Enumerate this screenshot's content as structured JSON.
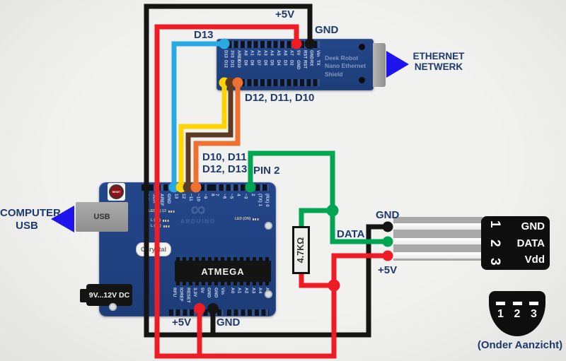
{
  "colors": {
    "red": "#ee1c25",
    "black": "#151515",
    "cyan": "#29aae2",
    "yellow": "#ffd403",
    "brown": "#5d3b23",
    "orange": "#ef7031",
    "green": "#00a551",
    "arrow_blue": "#1f14ee",
    "navy": "#1e3a6d"
  },
  "labels": {
    "top_5v": "+5V",
    "top_gnd": "GND",
    "d13": "D13",
    "bus_shield": "D12, D11, D10",
    "bus_arduino_line1": "D10, D11",
    "bus_arduino_line2": "D12, D13",
    "pin2": "PIN 2",
    "right_gnd": "GND",
    "right_data": "DATA",
    "right_5v": "+5V",
    "bottom_5v": "+5V",
    "bottom_gnd": "GND",
    "resistor_value": "4.7KΩ",
    "onder": "(Onder Aanzicht)",
    "computer_line1": "COMPUTER",
    "computer_line2": "USB",
    "ethernet_line1": "ETHERNET",
    "ethernet_line2": "NETWERK"
  },
  "shield": {
    "name_line1": "Deek Robot",
    "name_line2": "Nano Ethernet",
    "name_line3": "Shield",
    "top_pins": [
      "D13",
      "3V3",
      "AREF",
      "A0",
      "A1",
      "A2",
      "A3",
      "A4",
      "A5",
      "A6",
      "A7",
      "5V",
      "RST",
      "GND",
      "Vin"
    ],
    "bottom_pins": [
      "D12",
      "D11",
      "D10",
      "D9",
      "D8",
      "D7",
      "D6",
      "D5",
      "D4",
      "D3",
      "D2",
      "GND",
      "RST",
      "RX",
      "TX"
    ]
  },
  "arduino": {
    "brand": "ARDUINO",
    "logo_symbol": "∞",
    "chip": "ATMEGA",
    "crystal": "Chrystal",
    "reset": "RESET",
    "usb": "USB",
    "dc": "9V...12V DC",
    "led_13": "LED (L) 13",
    "led_tx": "L (TX)",
    "led_rx": "L (RX)",
    "led_on": "LED (ON)",
    "top_pins_left": [
      "SCL",
      "SDA",
      "AREF",
      "GND",
      "13",
      "12",
      "~11",
      "~10",
      "~9",
      "8"
    ],
    "top_pins_right": [
      "7",
      "~6",
      "~5",
      "4",
      "~3",
      "2",
      "(TX) 1",
      "(RX) 0"
    ],
    "bottom_pins_left": [
      "RFU",
      "IOREF",
      "RESET",
      "3.3V",
      "5V",
      "GND",
      "GND",
      "Vin"
    ],
    "bottom_pins_right": [
      "A0",
      "A1",
      "A2",
      "A3",
      "A4",
      "A5"
    ]
  },
  "sensor": {
    "side_numbers": [
      "1",
      "2",
      "3"
    ],
    "side_names": [
      "GND",
      "DATA",
      "Vdd"
    ],
    "bottom_numbers": [
      "1",
      "2",
      "3"
    ]
  }
}
